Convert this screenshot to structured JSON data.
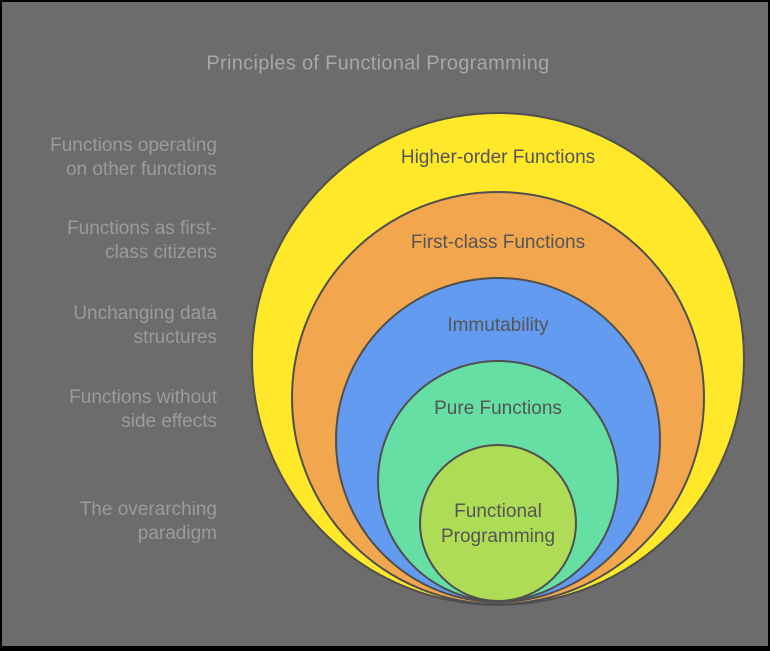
{
  "title": "Principles of Functional Programming",
  "colors": {
    "background": "#6C6C6C",
    "frame_border": "#000000",
    "circle_stroke": "#4F4F4F",
    "title_text": "#A7A7A7",
    "description_text": "#9B9B9B",
    "ring_label_text": "#555555"
  },
  "rings": [
    {
      "label": "Higher-order Functions",
      "description": "Functions operating\non other functions",
      "color": "#FFE829"
    },
    {
      "label": "First-class Functions",
      "description": "Functions as first-\nclass citizens",
      "color": "#F2A64D"
    },
    {
      "label": "Immutability",
      "description": "Unchanging data\nstructures",
      "color": "#629BF0"
    },
    {
      "label": "Pure Functions",
      "description": "Functions without\nside effects",
      "color": "#66DFA4"
    },
    {
      "label": "Functional Programming",
      "description": "The overarching\nparadigm",
      "color": "#AFDC57"
    }
  ]
}
